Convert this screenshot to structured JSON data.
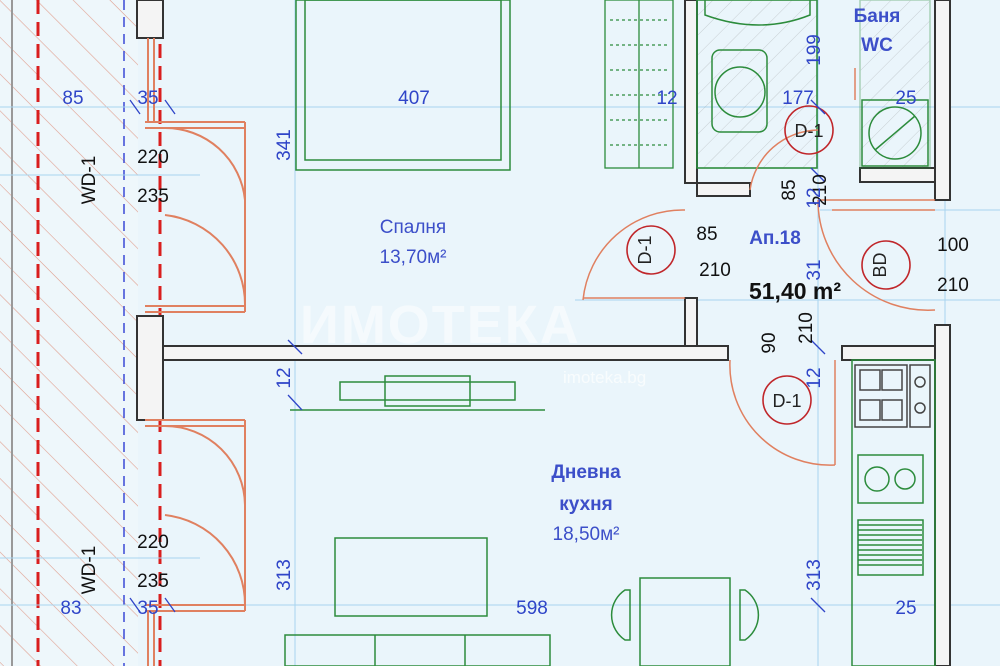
{
  "plan": {
    "apartment": {
      "label": "Ап.18",
      "total_area": "51,40 m²"
    },
    "rooms": [
      {
        "name": "Спалня",
        "area": "13,70м²"
      },
      {
        "name_line1": "Дневна",
        "name_line2": "кухня",
        "area": "18,50м²"
      },
      {
        "name_line1": "Баня",
        "name_line2": "WC"
      }
    ],
    "windows": [
      {
        "code": "WD-1",
        "width": "220",
        "height": "235",
        "left_margin": "85",
        "right_margin": "35"
      },
      {
        "code": "WD-1",
        "width": "220",
        "height": "235",
        "left_margin": "83",
        "right_margin": "35"
      }
    ],
    "doors": [
      {
        "code": "D-1",
        "width": "85",
        "height": "210"
      },
      {
        "code": "D-1",
        "width": "85",
        "height": "210"
      },
      {
        "code": "D-1",
        "width": "90",
        "height": "210"
      },
      {
        "code": "BD",
        "width": "100",
        "height": "210"
      }
    ],
    "dimensions": {
      "bedroom_width": "407",
      "bedroom_height": "341",
      "wardrobe_gap": "12",
      "bath_width": "177",
      "bath_height": "199",
      "bath_right": "25",
      "wall_12_bedroom": "12",
      "corridor_31": "31",
      "corridor_12": "12",
      "living_width": "598",
      "living_height_left": "313",
      "living_height_right": "313",
      "kitchen_right": "25",
      "door_12": "12"
    },
    "watermark": {
      "logo": "ИМОТЕКА",
      "site": "imoteka.bg"
    }
  }
}
